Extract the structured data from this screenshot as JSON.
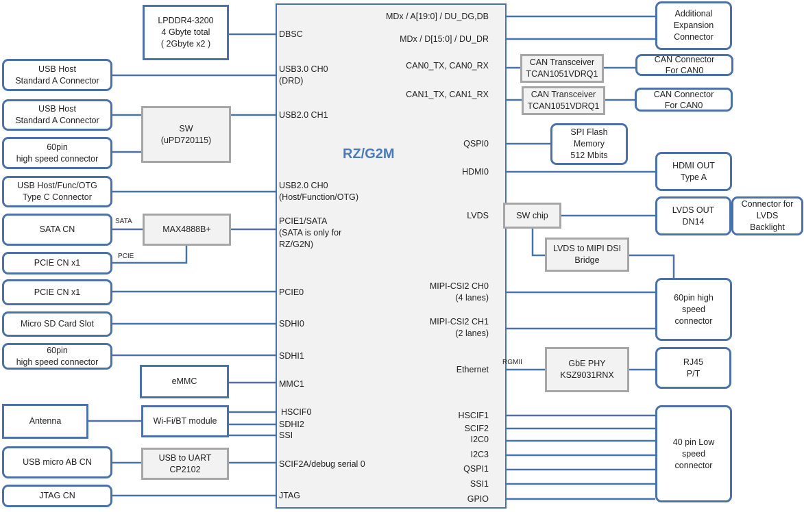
{
  "chip": {
    "title": "RZ/G2M",
    "left_ports": [
      "DBSC",
      "USB3.0 CH0\n(DRD)",
      "USB2.0 CH1",
      "USB2.0 CH0\n(Host/Function/OTG)",
      "PCIE1/SATA\n (SATA is only for\nRZ/G2N)",
      "PCIE0",
      "SDHI0",
      "SDHI1",
      "MMC1",
      "HSCIF0",
      "SDHI2",
      "SSI",
      "SCIF2A/debug serial 0",
      "JTAG"
    ],
    "right_ports": [
      "MDx / A[19:0] / DU_DG,DB",
      "MDx / D[15:0] / DU_DR",
      "CAN0_TX, CAN0_RX",
      "CAN1_TX, CAN1_RX",
      "QSPI0",
      "HDMI0",
      "LVDS",
      "MIPI-CSI2 CH0\n(4 lanes)",
      "MIPI-CSI2 CH1\n(2 lanes)",
      "Ethernet",
      "HSCIF1",
      "SCIF2",
      "I2C0",
      "I2C3",
      "QSPI1",
      "SSI1",
      "GPIO"
    ]
  },
  "left_blocks": {
    "lpddr": "LPDDR4-3200\n4 Gbyte total\n( 2Gbyte x2 )",
    "usb_host1": "USB Host\nStandard A Connector",
    "usb_host2": "USB Host\nStandard A Connector",
    "sw": "SW\n(uPD720115)",
    "hs60_1": "60pin\nhigh speed connector",
    "typec": "USB Host/Func/OTG\nType C Connector",
    "sata_cn": "SATA CN",
    "max": "MAX4888B+",
    "pcie_cn1": "PCIE CN x1",
    "pcie_cn2": "PCIE CN x1",
    "microsd": "Micro SD Card Slot",
    "hs60_2": "60pin\nhigh speed connector",
    "emmc": "eMMC",
    "antenna": "Antenna",
    "wifi": "Wi-Fi/BT module",
    "usb_micro": "USB micro AB CN",
    "uart": "USB to UART\nCP2102",
    "jtag": "JTAG CN"
  },
  "right_blocks": {
    "expansion": "Additional\nExpansion\nConnector",
    "can_tr0": "CAN Transceiver\nTCAN1051VDRQ1",
    "can_tr1": "CAN Transceiver\nTCAN1051VDRQ1",
    "can_cn0": "CAN Connector\nFor CAN0",
    "can_cn1": "CAN Connector\nFor CAN0",
    "spi": "SPI Flash\nMemory\n512 Mbits",
    "hdmi": "HDMI OUT\nType A",
    "swchip": "SW chip",
    "lvds_out": "LVDS OUT\nDN14",
    "backlight": "Connector for\nLVDS\nBacklight",
    "bridge": "LVDS to MIPI DSI\nBridge",
    "hs60": "60pin high\nspeed\nconnector",
    "phy": "GbE PHY\nKSZ9031RNX",
    "rj45": "RJ45\nP/T",
    "ls40": "40 pin Low\nspeed\nconnector"
  },
  "signal_labels": {
    "sata": "SATA",
    "pcie": "PCIE",
    "rgmii": "RGMII"
  }
}
